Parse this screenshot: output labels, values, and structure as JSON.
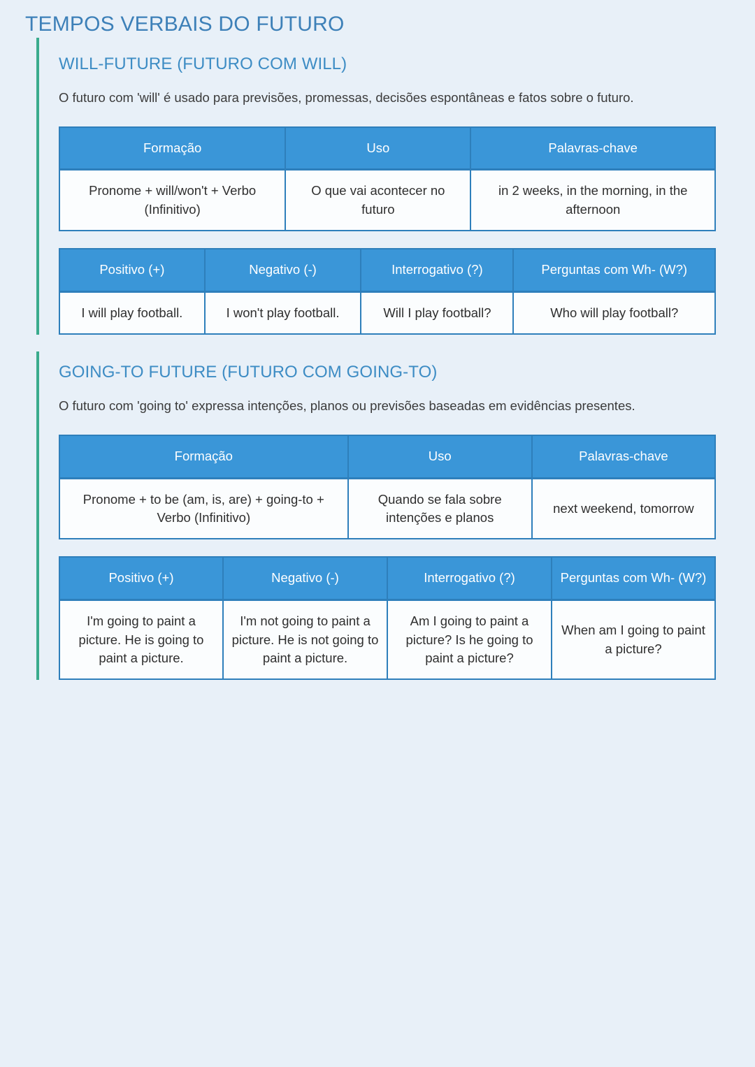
{
  "page": {
    "title": "TEMPOS VERBAIS DO FUTURO",
    "background_color": "#e8f0f8",
    "title_color": "#3d80b8",
    "accent_bar_color": "#3aab8d",
    "table_header_color": "#3a96d8",
    "table_border_color": "#2e7fbb"
  },
  "sections": [
    {
      "id": "will-future",
      "title": "WILL-FUTURE (FUTURO COM WILL)",
      "description": "O futuro com 'will' é usado para previsões, promessas, decisões espontâneas e fatos sobre o futuro.",
      "formation_table": {
        "headers": [
          "Formação",
          "Uso",
          "Palavras-chave"
        ],
        "rows": [
          [
            "Pronome + will/won't + Verbo (Infinitivo)",
            "O que vai acontecer no futuro",
            "in 2 weeks, in the morning, in the afternoon"
          ]
        ]
      },
      "conjugation_table": {
        "headers": [
          "Positivo (+)",
          "Negativo (-)",
          "Interrogativo (?)",
          "Perguntas com Wh- (W?)"
        ],
        "rows": [
          [
            "I will play football.",
            "I won't play football.",
            "Will I play football?",
            "Who will play football?"
          ]
        ]
      }
    },
    {
      "id": "going-to-future",
      "title": "GOING-TO FUTURE (FUTURO COM GOING-TO)",
      "description": "O futuro com 'going to' expressa intenções, planos ou previsões baseadas em evidências presentes.",
      "formation_table": {
        "headers": [
          "Formação",
          "Uso",
          "Palavras-chave"
        ],
        "rows": [
          [
            "Pronome + to be (am, is, are) + going-to + Verbo (Infinitivo)",
            "Quando se fala sobre intenções e planos",
            "next weekend, tomorrow"
          ]
        ]
      },
      "conjugation_table": {
        "headers": [
          "Positivo (+)",
          "Negativo (-)",
          "Interrogativo (?)",
          "Perguntas com Wh- (W?)"
        ],
        "rows": [
          [
            "I'm going to paint a picture. He is going to paint a picture.",
            "I'm not going to paint a picture. He is not going to paint a picture.",
            "Am I going to paint a picture? Is he going to paint a picture?",
            "When am I going to paint a picture?"
          ]
        ]
      }
    }
  ]
}
